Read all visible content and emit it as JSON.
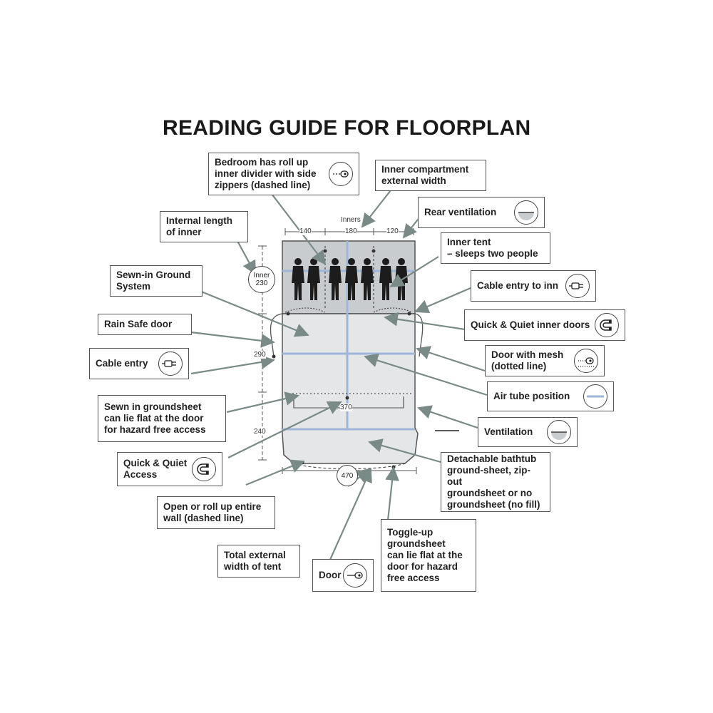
{
  "title": "READING GUIDE FOR FLOORPLAN",
  "dimensions": {
    "inners": "Inners",
    "w140": "140",
    "w180": "180",
    "w120": "120",
    "inner_length": "Inner\n230",
    "d290": "290",
    "d240": "240",
    "d370": "370",
    "d470": "470"
  },
  "callouts": {
    "bedroom": "Bedroom has roll up\ninner divider with side\nzippers (dashed line)",
    "inner_compartment": "Inner compartment\nexternal width",
    "rear_ventilation": "Rear ventilation",
    "internal_length": "Internal length\nof inner",
    "inner_tent": "Inner tent\n– sleeps two people",
    "sewn_ground": "Sewn-in Ground\nSystem",
    "cable_entry_inner": "Cable entry to inn",
    "rain_safe": "Rain Safe door",
    "quick_quiet_inner": "Quick & Quiet inner doors",
    "cable_entry": "Cable entry",
    "door_mesh": "Door with mesh\n(dotted line)",
    "air_tube": "Air tube position",
    "sewn_groundsheet": "Sewn in groundsheet\ncan lie flat at the door\nfor hazard free access",
    "ventilation": "Ventilation",
    "quick_quiet_access": "Quick & Quiet\nAccess",
    "detachable": "Detachable bathtub\nground-sheet, zip-out\ngroundsheet or no\ngroundsheet (no fill)",
    "open_roll": "Open or roll up entire\nwall (dashed line)",
    "toggle_up": "Toggle-up\ngroundsheet\ncan lie flat at the\ndoor for hazard\nfree access",
    "total_width": "Total external\nwidth of tent",
    "door": "Door"
  },
  "colors": {
    "leader": "#7a8a87",
    "inner_fill": "#c9cccf",
    "floor_fill": "#e4e6e8",
    "air_tube": "#9fb6d8",
    "outline": "#555555"
  }
}
